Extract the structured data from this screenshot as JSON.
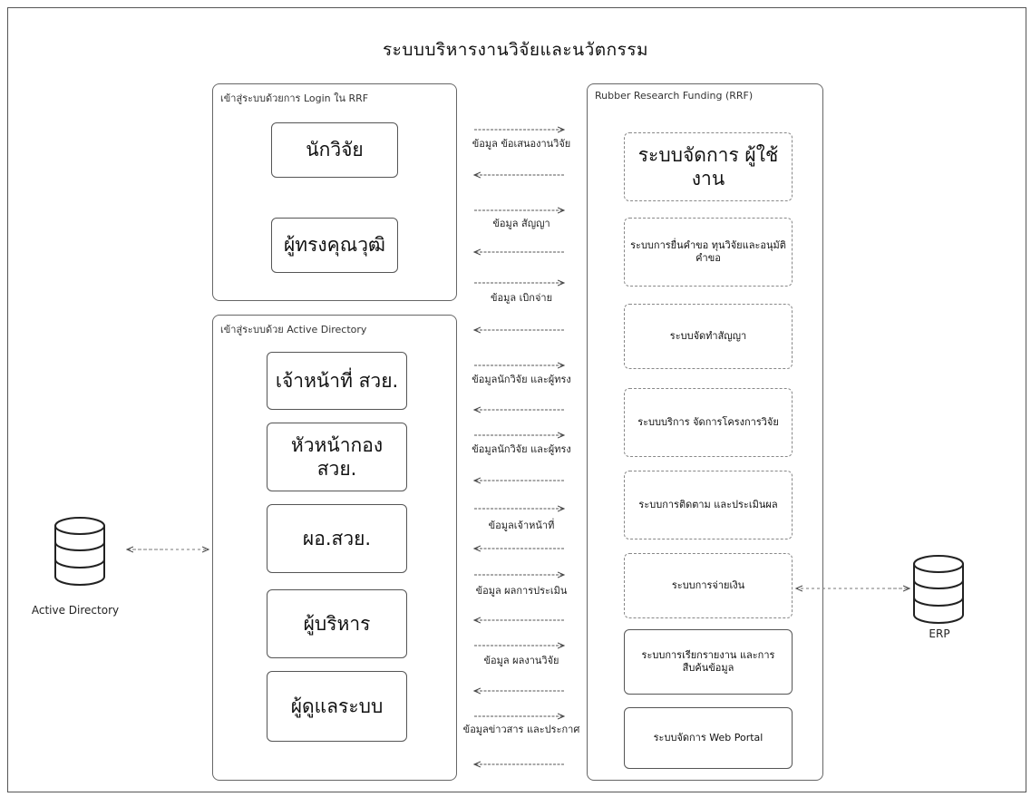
{
  "diagram": {
    "title": "ระบบบริหารงานวิจัยและนวัตกรรม",
    "login_group": {
      "label": "เข้าสู่ระบบด้วยการ Login ใน RRF",
      "actors": [
        "นักวิจัย",
        "ผู้ทรงคุณวุฒิ"
      ]
    },
    "ad_group": {
      "label": "เข้าสู่ระบบด้วย Active Directory",
      "actors": [
        "เจ้าหน้าที่ สวย.",
        "หัวหน้ากอง สวย.",
        "ผอ.สวย.",
        "ผู้บริหาร",
        "ผู้ดูแลระบบ"
      ]
    },
    "rrf_group": {
      "label": "Rubber Research Funding (RRF)",
      "modules": [
        "ระบบจัดการ ผู้ใช้งาน",
        "ระบบการยื่นคำขอ ทุนวิจัยและอนุมัติคำขอ",
        "ระบบจัดทำสัญญา",
        "ระบบบริการ จัดการโครงการวิจัย",
        "ระบบการติดตาม และประเมินผล",
        "ระบบการจ่ายเงิน",
        "ระบบการเรียกรายงาน และการสืบค้นข้อมูล",
        "ระบบจัดการ Web Portal"
      ]
    },
    "flows": [
      "ข้อมูล ข้อเสนองานวิจัย",
      "ข้อมูล สัญญา",
      "ข้อมูล เบิกจ่าย",
      "ข้อมูลนักวิจัย และผู้ทรง",
      "ข้อมูลนักวิจัย และผู้ทรง",
      "ข้อมูลเจ้าหน้าที่",
      "ข้อมูล ผลการประเมิน",
      "ข้อมูล ผลงานวิจัย",
      "ข้อมูลข่าวสาร และประกาศ"
    ],
    "external": {
      "left_db": "Active Directory",
      "right_db": "ERP"
    }
  }
}
